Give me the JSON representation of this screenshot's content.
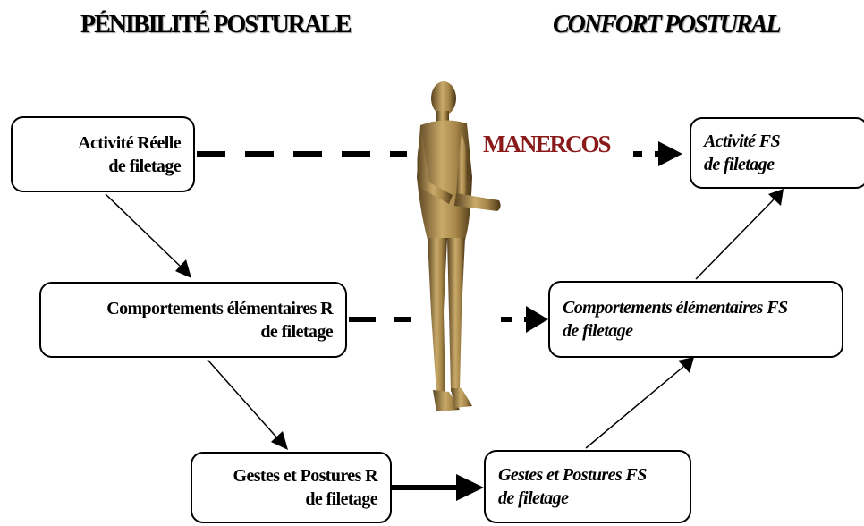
{
  "headings": {
    "left": "PÉNIBILITÉ POSTURALE",
    "right": "CONFORT POSTURAL"
  },
  "boxes": {
    "activite_r": [
      "Activité Réelle",
      "de filetage"
    ],
    "comportements_r": [
      "Comportements élémentaires R",
      "de filetage"
    ],
    "gestes_r": [
      "Gestes et Postures R",
      "de filetage"
    ],
    "activite_fs": [
      "Activité FS",
      "de filetage"
    ],
    "comportements_fs": [
      "Comportements élémentaires  FS",
      "de filetage"
    ],
    "gestes_fs": [
      "Gestes et Postures FS",
      "de filetage"
    ]
  },
  "figure_label": "MANERCOS",
  "colors": {
    "figure_label": "#8a1a1a",
    "figure_body": "#a8884a",
    "lines": "#000000"
  }
}
